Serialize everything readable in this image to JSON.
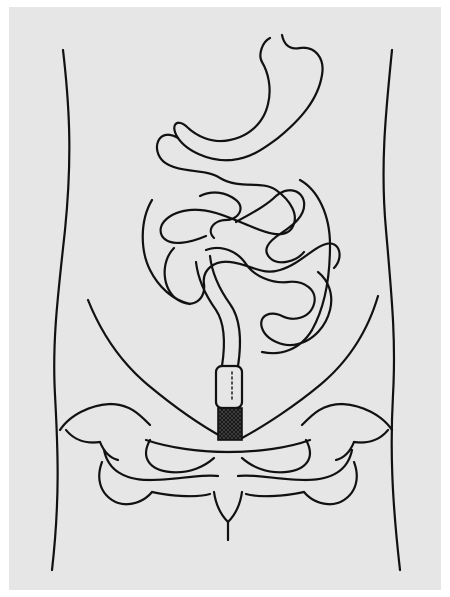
{
  "figure": {
    "background_color": "#e6e6e6",
    "frame_color": "#ffffff",
    "line_color": "#111111",
    "pouch_fill_color": "#333333",
    "elements": [
      "torso-outline",
      "stomach",
      "small-intestine",
      "pelvis",
      "ileal-pouch-conduit",
      "stoma-pouch"
    ]
  }
}
